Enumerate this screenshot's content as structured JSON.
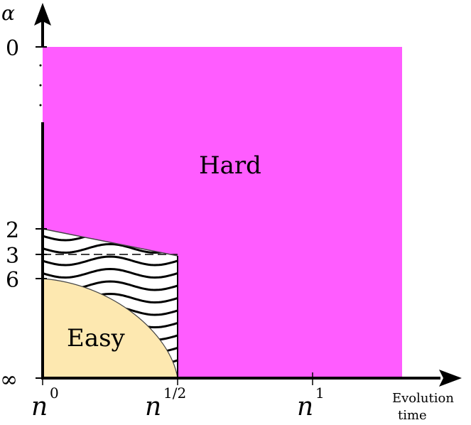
{
  "colors": {
    "hard": "#ff5cff",
    "easy": "#fde8b0",
    "axis": "#000000",
    "wave": "#000000"
  },
  "y_axis": {
    "symbol": "α",
    "ticks": [
      "0",
      "2",
      "3",
      "6",
      "∞"
    ]
  },
  "x_axis": {
    "label_line1": "Evolution",
    "label_line2": "time",
    "ticks": [
      {
        "base": "n",
        "exp": "0"
      },
      {
        "base": "n",
        "exp": "1/2"
      },
      {
        "base": "n",
        "exp": "1"
      }
    ]
  },
  "regions": {
    "hard": "Hard",
    "easy": "Easy"
  }
}
